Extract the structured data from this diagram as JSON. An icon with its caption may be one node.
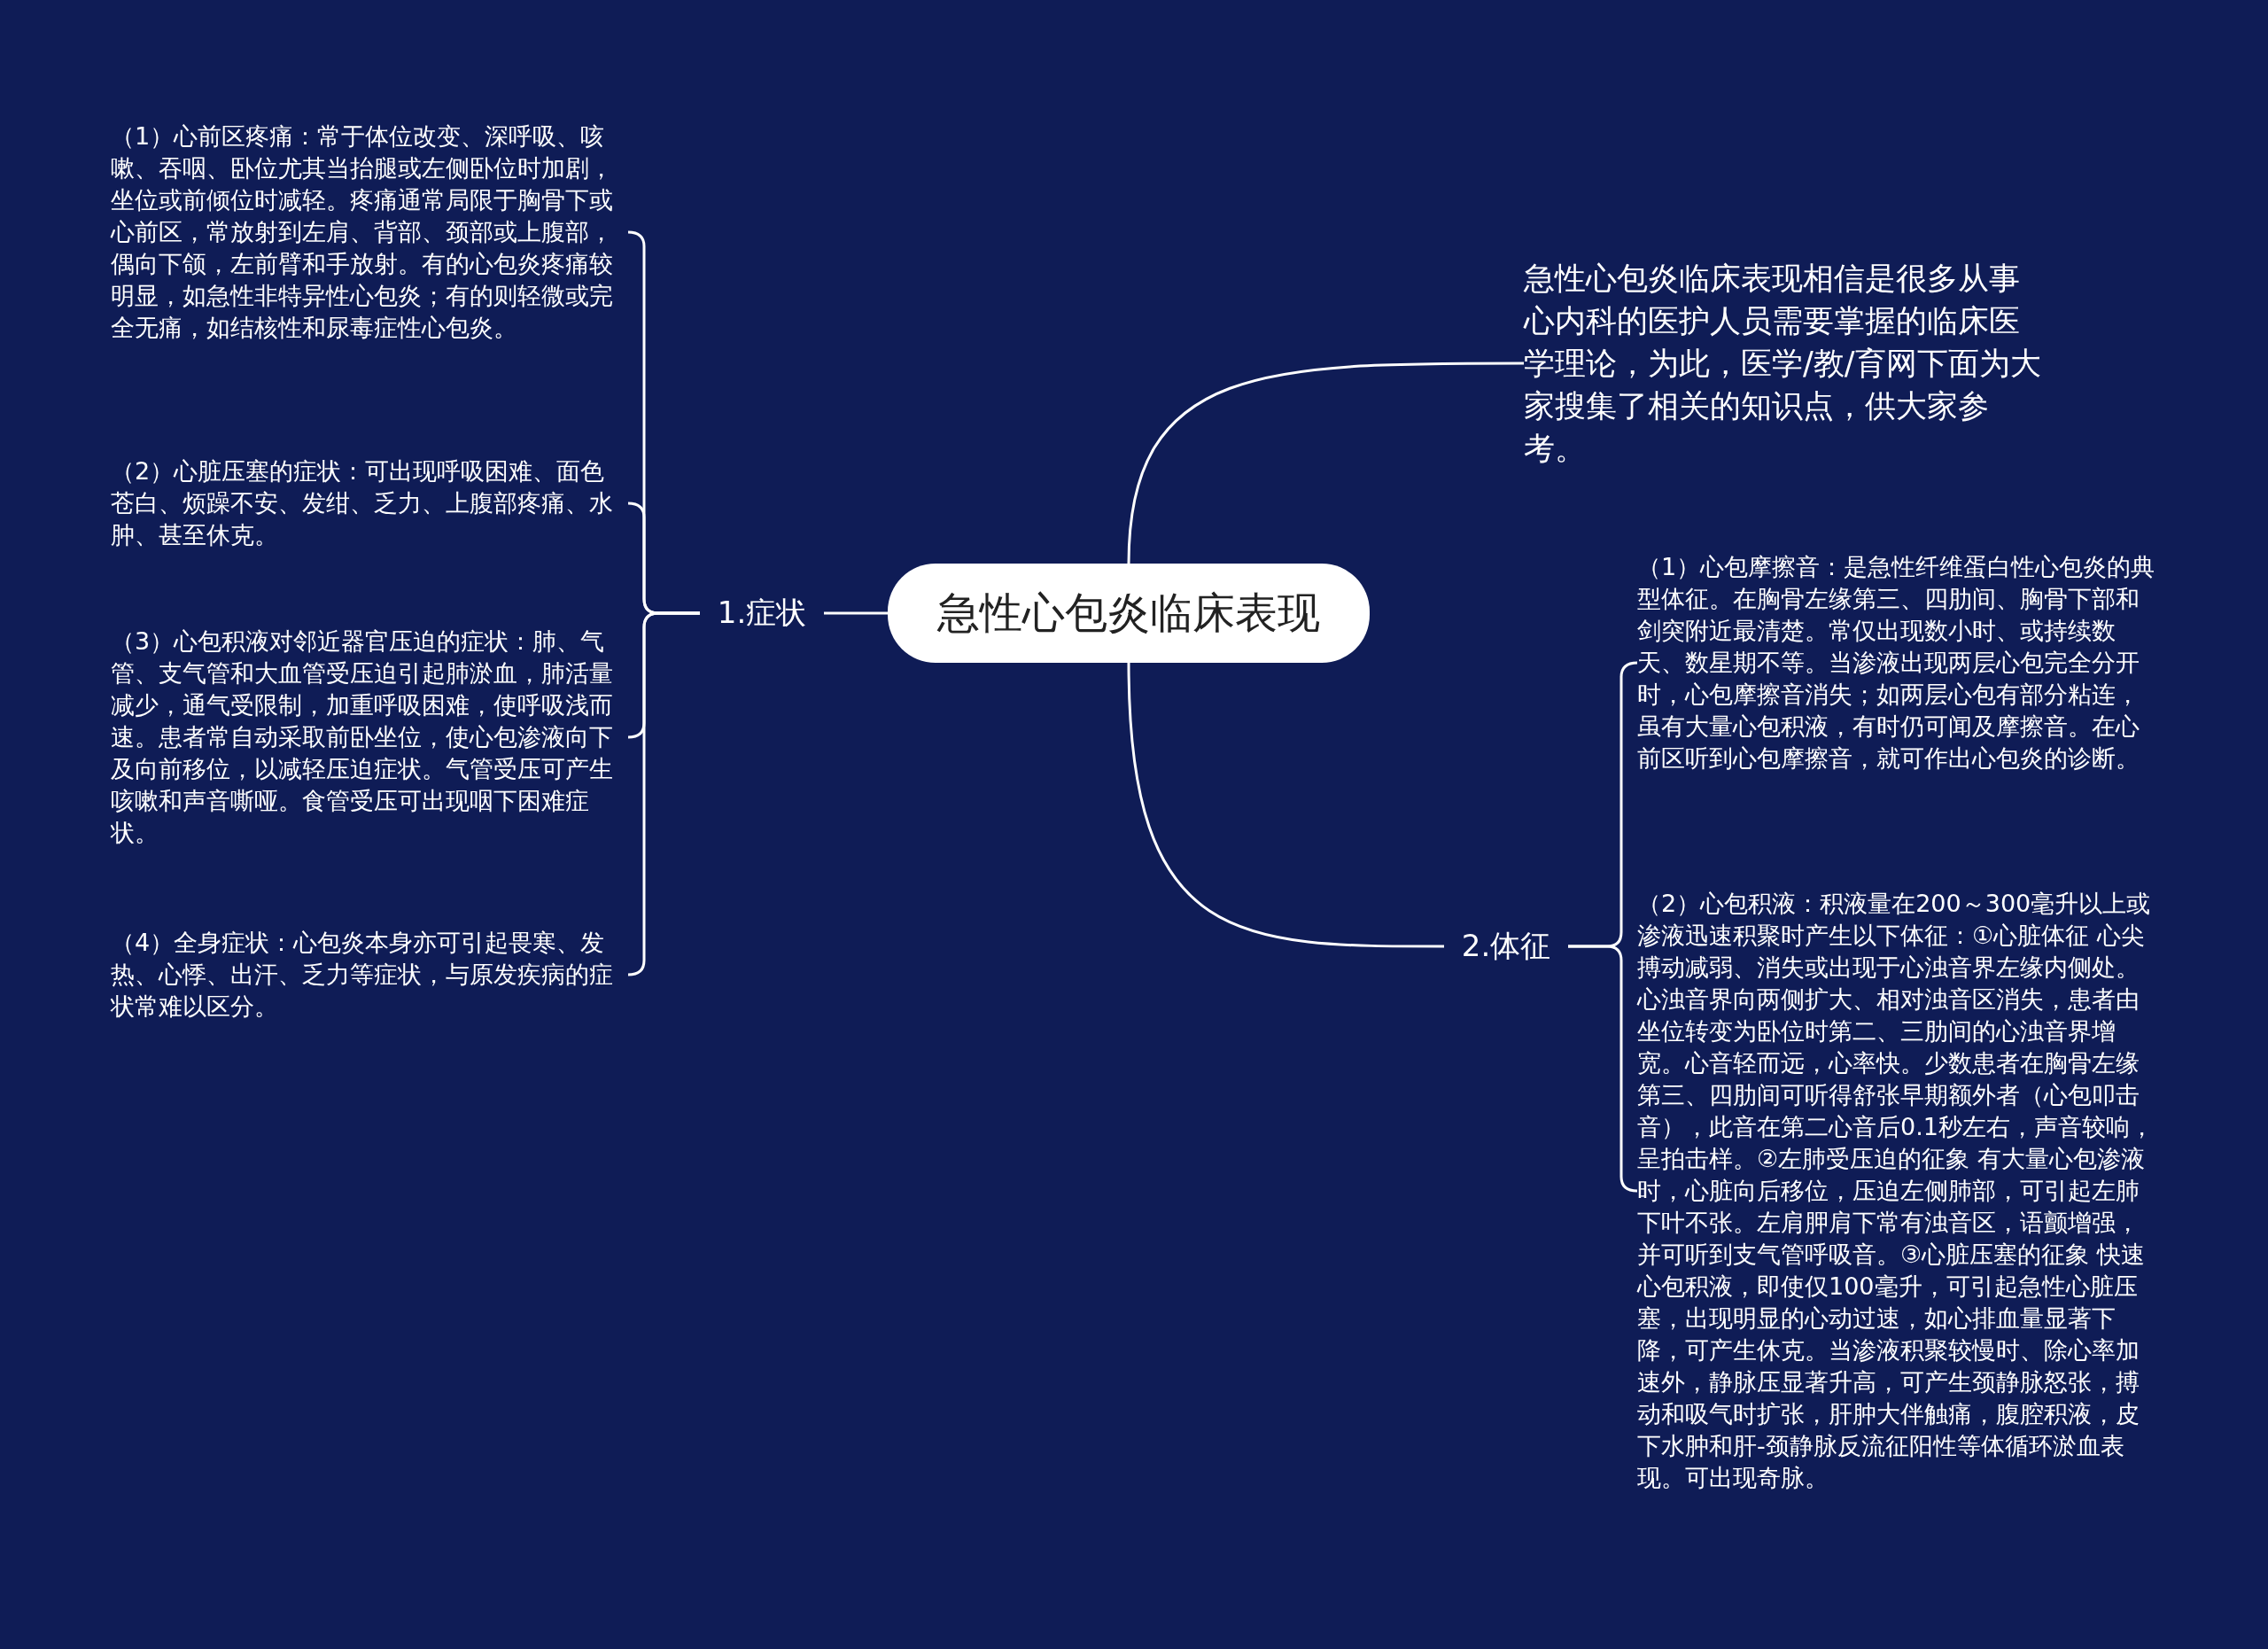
{
  "diagram": {
    "nodes": [
      {
        "text": [
          "急性心包炎临床表现"
        ]
      },
      {
        "text": [
          "急性心包炎临床表现相信是很多从事心内科的医护人员需要掌握的临床医学理论，为此，医学/教/育网下面为大家搜集了相关的知识点，供大家参考。"
        ]
      },
      {
        "text": [
          "1.症状"
        ]
      },
      {
        "text": [
          "（1）心前区疼痛：常于体位改变、深呼吸、咳嗽、吞咽、卧位尤其当抬腿或左侧卧位时加剧，坐位或前倾位时减轻。疼痛通常局限于胸骨下或心前区，常放射到左肩、背部、颈部或上腹部，偶向下颌，左前臂和手放射。有的心包炎疼痛较明显，如急性非特异性心包炎；有的则轻微或完全无痛，如结核性和尿毒症性心包炎。"
        ]
      },
      {
        "text": [
          "（2）心脏压塞的症状：可出现呼吸困难、面色苍白、烦躁不安、发绀、乏力、上腹部疼痛、水肿、甚至休克。"
        ]
      },
      {
        "text": [
          "（3）心包积液对邻近器官压迫的症状：肺、气管、支气管和大血管受压迫引起肺淤血，肺活量减少，通气受限制，加重呼吸困难，使呼吸浅而速。患者常自动采取前卧坐位，使心包渗液向下及向前移位，以减轻压迫症状。气管受压可产生咳嗽和声音嘶哑。食管受压可出现咽下困难症状。"
        ]
      },
      {
        "text": [
          "（4）全身症状：心包炎本身亦可引起畏寒、发热、心悸、出汗、乏力等症状，与原发疾病的症状常难以区分。"
        ]
      },
      {
        "text": [
          "2.体征"
        ]
      },
      {
        "text": [
          "（1）心包摩擦音：是急性纤维蛋白性心包炎的典型体征。在胸骨左缘第三、四肋间、胸骨下部和剑突附近最清楚。常仅出现数小时、或持续数天、数星期不等。当渗液出现两层心包完全分开时，心包摩擦音消失；如两层心包有部分粘连，虽有大量心包积液，有时仍可闻及摩擦音。在心前区听到心包摩擦音，就可作出心包炎的诊断。"
        ]
      },
      {
        "text": [
          "（2）心包积液：积液量在200～300毫升以上或渗液迅速积聚时产生以下体征：①心脏体征 心尖搏动减弱、消失或出现于心浊音界左缘内侧处。心浊音界向两侧扩大、相对浊音区消失，患者由坐位转变为卧位时第二、三肋间的心浊音界增宽。心音轻而远，心率快。少数患者在胸骨左缘第三、四肋间可听得舒张早期额外者（心包叩击音），此音在第二心音后0.1秒左右，声音较响，呈拍击样。②左肺受压迫的征象 有大量心包渗液时，心脏向后移位，压迫左侧肺部，可引起左肺下叶不张。左肩胛肩下常有浊音区，语颤增强，并可听到支气管呼吸音。③心脏压塞的征象 快速心包积液，即使仅100毫升，可引起急性心脏压塞，出现明显的心动过速，如心排血量显著下降，可产生休克。当渗液积聚较慢时、除心率加速外，静脉压显著升高，可产生颈静脉怒张，搏动和吸气时扩张，肝肿大伴触痛，腹腔积液，皮下水肿和肝-颈静脉反流征阳性等体循环淤血表现。可出现奇脉。"
        ]
      }
    ],
    "edges": [
      {
        "from": 0,
        "to": 1,
        "arrow": "none"
      },
      {
        "from": 0,
        "to": 2,
        "arrow": "none"
      },
      {
        "from": 2,
        "to": 3,
        "arrow": "none"
      },
      {
        "from": 2,
        "to": 4,
        "arrow": "none"
      },
      {
        "from": 2,
        "to": 5,
        "arrow": "none"
      },
      {
        "from": 2,
        "to": 6,
        "arrow": "none"
      },
      {
        "from": 0,
        "to": 7,
        "arrow": "none"
      },
      {
        "from": 7,
        "to": 8,
        "arrow": "none"
      },
      {
        "from": 7,
        "to": 9,
        "arrow": "none"
      }
    ]
  }
}
